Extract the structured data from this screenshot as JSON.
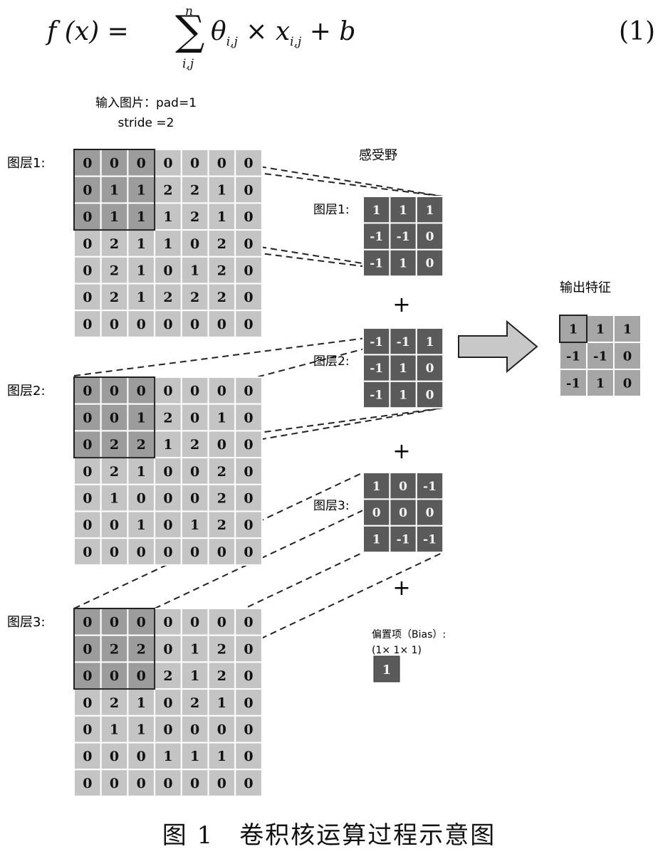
{
  "formula": {
    "lhs": "f (x) =",
    "sum_upper": "n",
    "sum_lower": "i,j",
    "rhs": "θ",
    "theta_sub": "i,j",
    "times": " × x",
    "x_sub": "i,j",
    "plus_b": " + b",
    "equation_number": "(1)"
  },
  "input_title_line1": "输入图片：pad=1",
  "input_title_line2": "stride =2",
  "receptive_field_title": "感受野",
  "output_title": "输出特征",
  "bias_label_line1": "偏置项（Bias）:",
  "bias_label_line2": "(1× 1× 1)",
  "bias_value": "1",
  "plus_sign": "+",
  "input_layers": [
    {
      "label": "图层1:",
      "grid": [
        [
          "0",
          "0",
          "0",
          "0",
          "0",
          "0",
          "0"
        ],
        [
          "0",
          "1",
          "1",
          "2",
          "2",
          "1",
          "0"
        ],
        [
          "0",
          "1",
          "1",
          "1",
          "2",
          "1",
          "0"
        ],
        [
          "0",
          "2",
          "1",
          "1",
          "0",
          "2",
          "0"
        ],
        [
          "0",
          "2",
          "1",
          "0",
          "1",
          "2",
          "0"
        ],
        [
          "0",
          "2",
          "1",
          "2",
          "2",
          "2",
          "0"
        ],
        [
          "0",
          "0",
          "0",
          "0",
          "0",
          "0",
          "0"
        ]
      ]
    },
    {
      "label": "图层2:",
      "grid": [
        [
          "0",
          "0",
          "0",
          "0",
          "0",
          "0",
          "0"
        ],
        [
          "0",
          "0",
          "1",
          "2",
          "0",
          "1",
          "0"
        ],
        [
          "0",
          "2",
          "2",
          "1",
          "2",
          "0",
          "0"
        ],
        [
          "0",
          "2",
          "1",
          "0",
          "0",
          "2",
          "0"
        ],
        [
          "0",
          "1",
          "0",
          "0",
          "0",
          "2",
          "0"
        ],
        [
          "0",
          "0",
          "1",
          "0",
          "1",
          "2",
          "0"
        ],
        [
          "0",
          "0",
          "0",
          "0",
          "0",
          "0",
          "0"
        ]
      ]
    },
    {
      "label": "图层3:",
      "grid": [
        [
          "0",
          "0",
          "0",
          "0",
          "0",
          "0",
          "0"
        ],
        [
          "0",
          "2",
          "2",
          "0",
          "1",
          "2",
          "0"
        ],
        [
          "0",
          "0",
          "0",
          "2",
          "1",
          "2",
          "0"
        ],
        [
          "0",
          "2",
          "1",
          "0",
          "2",
          "1",
          "0"
        ],
        [
          "0",
          "1",
          "1",
          "0",
          "0",
          "0",
          "0"
        ],
        [
          "0",
          "0",
          "0",
          "1",
          "1",
          "1",
          "0"
        ],
        [
          "0",
          "0",
          "0",
          "0",
          "0",
          "0",
          "0"
        ]
      ]
    }
  ],
  "kernels": [
    {
      "label": "图层1:",
      "grid": [
        [
          "1",
          "1",
          "1"
        ],
        [
          "-1",
          "-1",
          "0"
        ],
        [
          "-1",
          "1",
          "0"
        ]
      ]
    },
    {
      "label": "图层2:",
      "grid": [
        [
          "-1",
          "-1",
          "1"
        ],
        [
          "-1",
          "1",
          "0"
        ],
        [
          "-1",
          "1",
          "0"
        ]
      ]
    },
    {
      "label": "图层3:",
      "grid": [
        [
          "1",
          "0",
          "-1"
        ],
        [
          "0",
          "0",
          "0"
        ],
        [
          "1",
          "-1",
          "-1"
        ]
      ]
    }
  ],
  "output_grid": [
    [
      "1",
      "1",
      "1"
    ],
    [
      "-1",
      "-1",
      "0"
    ],
    [
      "-1",
      "1",
      "0"
    ]
  ],
  "caption": "图 1　卷积核运算过程示意图"
}
